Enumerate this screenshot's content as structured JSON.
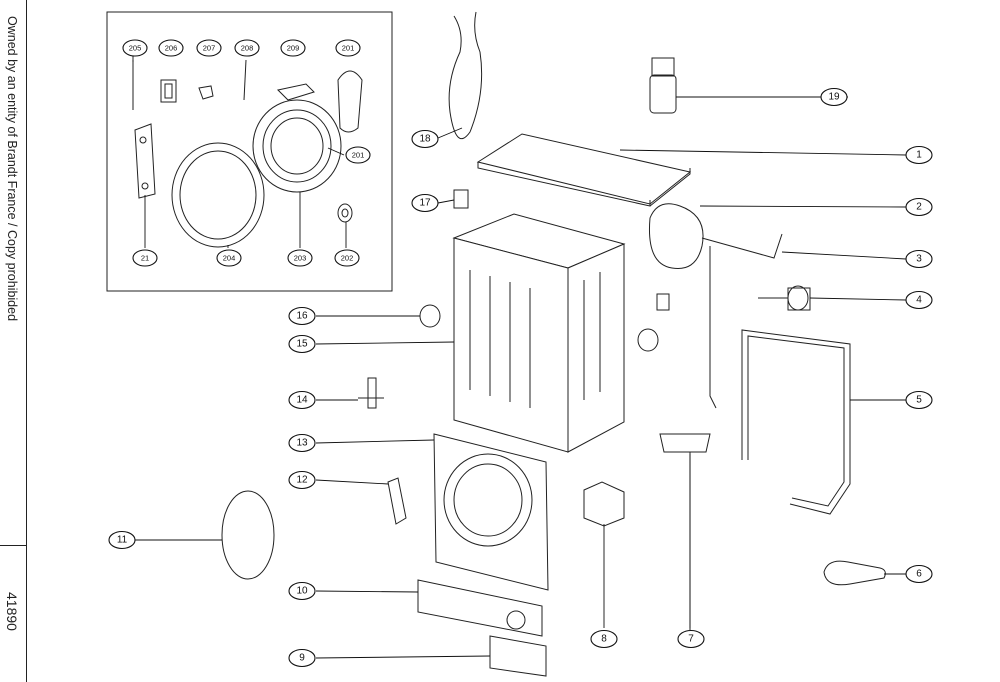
{
  "sidebar": {
    "owner_text": "Owned by an entity of Brandt France / Copy prohibided",
    "doc_number": "41890"
  },
  "inset_callouts": [
    "205",
    "206",
    "207",
    "208",
    "209",
    "201",
    "201",
    "21",
    "204",
    "203",
    "202"
  ],
  "main_callouts": [
    "1",
    "2",
    "3",
    "4",
    "5",
    "6",
    "7",
    "8",
    "9",
    "10",
    "11",
    "12",
    "13",
    "14",
    "15",
    "16",
    "17",
    "18",
    "19"
  ]
}
